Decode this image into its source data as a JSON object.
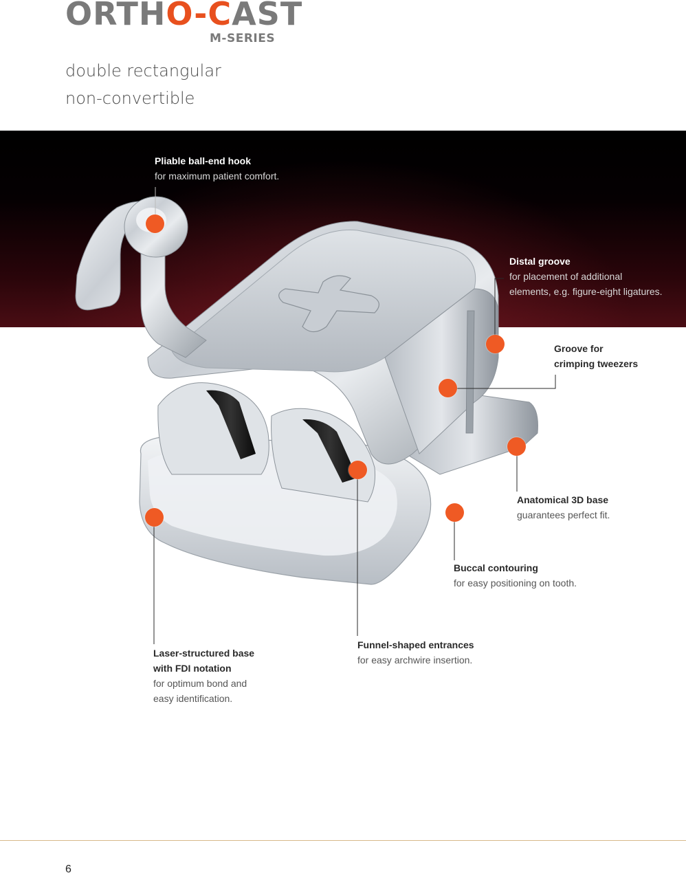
{
  "brand": {
    "logo_text_1": "ORTH",
    "logo_text_accent": "O-C",
    "logo_text_2": "AST",
    "series": "M-SERIES",
    "primary_color": "#7a7a7a",
    "accent_color": "#e8501e"
  },
  "subtitle": {
    "line1": "double rectangular",
    "line2": "non-convertible"
  },
  "callouts": {
    "hook": {
      "title": "Pliable ball-end hook",
      "desc": "for maximum patient comfort."
    },
    "distal": {
      "title": "Distal groove",
      "desc1": "for placement of additional",
      "desc2": "elements, e.g. figure-eight ligatures."
    },
    "groove": {
      "title1": "Groove for",
      "title2": "crimping tweezers"
    },
    "base3d": {
      "title": "Anatomical 3D base",
      "desc": "guarantees perfect fit."
    },
    "buccal": {
      "title": "Buccal contouring",
      "desc": "for easy positioning on tooth."
    },
    "funnel": {
      "title": "Funnel-shaped entrances",
      "desc": "for easy archwire insertion."
    },
    "laser": {
      "title1": "Laser-structured base",
      "title2": "with FDI notation",
      "desc1": "for optimum bond and",
      "desc2": "easy identification."
    }
  },
  "dot_color": "#ef5a24",
  "footer": {
    "page_number": "6",
    "rule_color": "#d8b98a"
  }
}
